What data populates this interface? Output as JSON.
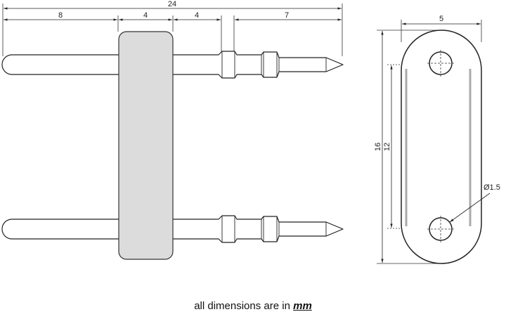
{
  "dimensions": {
    "overall_length": "24",
    "segment_1": "8",
    "segment_2": "4",
    "segment_3": "4",
    "segment_4": "7",
    "cap_width": "5",
    "cap_height": "16",
    "hole_spacing": "12",
    "hole_diameter": "Ø1.5"
  },
  "caption": {
    "text": "all dimensions are in",
    "unit": "mm"
  }
}
